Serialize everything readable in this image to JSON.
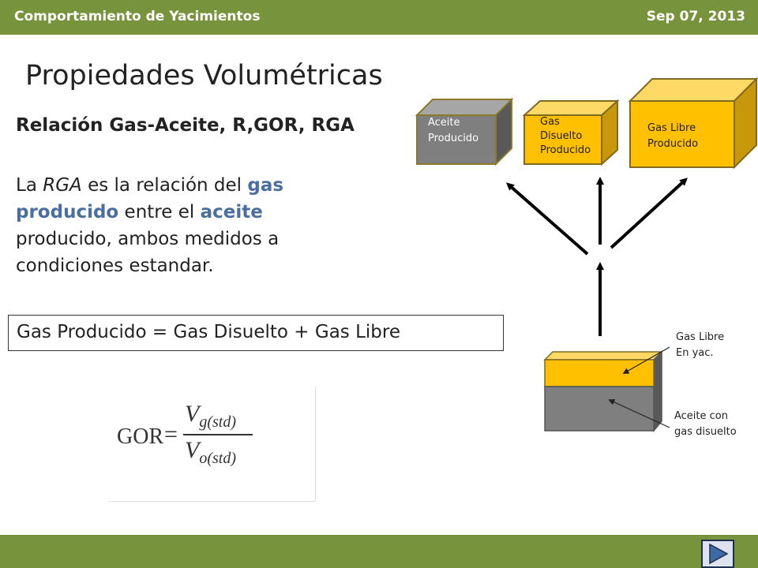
{
  "header": {
    "course": "Comportamiento de Yacimientos",
    "date": "Sep 07, 2013"
  },
  "slide": {
    "title": "Propiedades Volumétricas",
    "subtitle": "Relación Gas-Aceite, R,GOR, RGA",
    "body": {
      "p1": "La ",
      "rga": "RGA",
      "p2": " es la relación del ",
      "hl1": "gas producido",
      "p3": " entre el ",
      "hl2": "aceite",
      "p4": " producido, ambos medidos a condiciones estandar."
    },
    "equation": "Gas Producido = Gas Disuelto + Gas Libre",
    "formula": {
      "lhs": "GOR",
      "eq": "=",
      "num_var": "V",
      "num_sub": "g(std)",
      "den_var": "V",
      "den_sub": "o(std)"
    }
  },
  "diagram": {
    "oil_box": "Aceite Producido",
    "dissolved_gas_box": "Gas Disuelto Producido",
    "free_gas_box": "Gas Libre Producido",
    "reservoir_gas": "Gas Libre En yac.",
    "reservoir_oil": "Aceite con gas disuelto"
  },
  "colors": {
    "bar": "#77933c",
    "gold": "#ffc000",
    "gold_dark": "#c8970a",
    "gray": "#7f7f7f",
    "gray_dark": "#595959",
    "highlight": "#4a6e9f"
  },
  "icons": {
    "next": "play-next-icon"
  }
}
